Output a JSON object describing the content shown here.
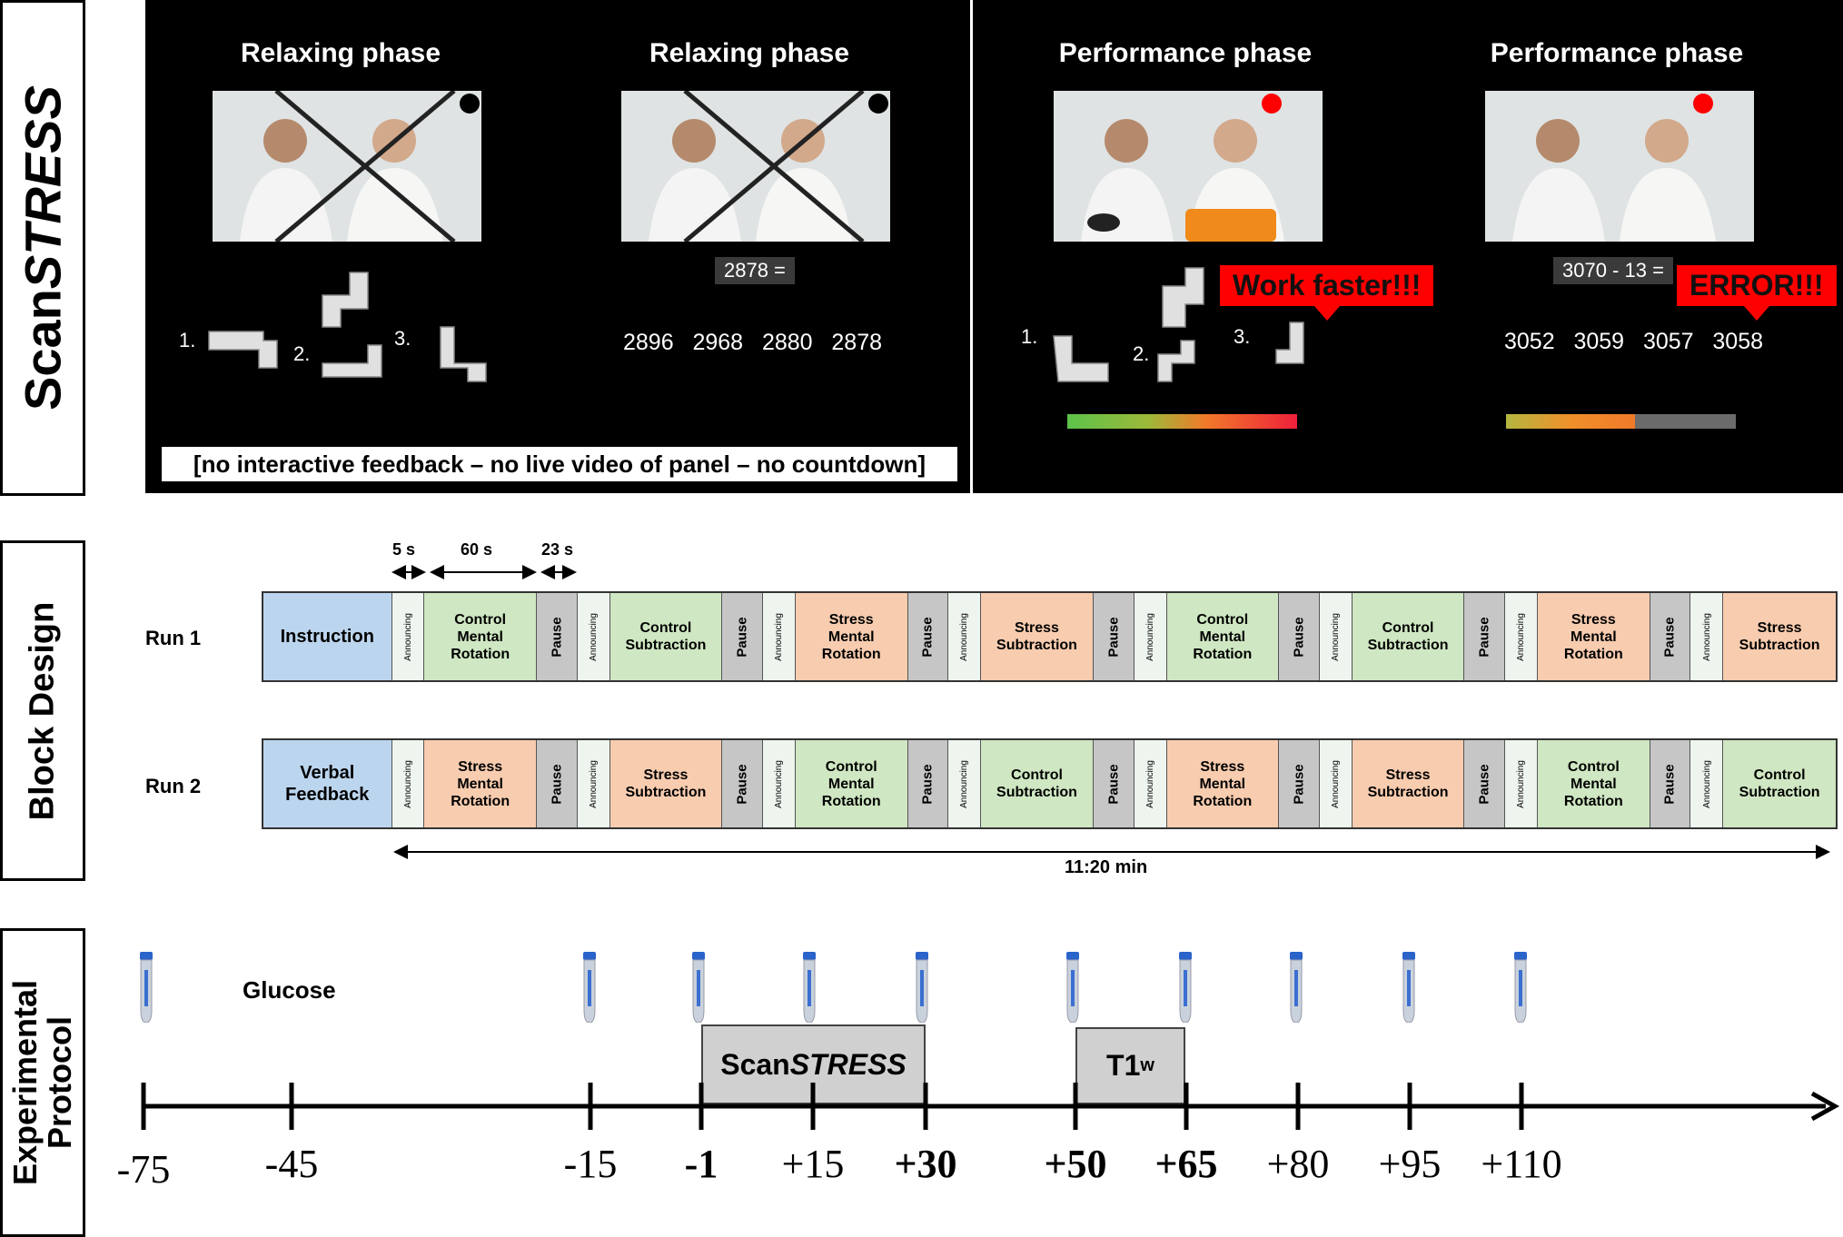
{
  "sections": {
    "scanstress_prefix": "Scan",
    "scanstress_suffix": "STRESS",
    "block_design": "Block Design",
    "protocol_line1": "Experimental",
    "protocol_line2": "Protocol"
  },
  "panels": {
    "relax1_title": "Relaxing phase",
    "relax2_title": "Relaxing phase",
    "perf1_title": "Performance phase",
    "perf2_title": "Performance phase",
    "relax_eq": "2878 =",
    "relax_numbers": [
      "2896",
      "2968",
      "2880",
      "2878"
    ],
    "perf_eq": "3070 - 13 =",
    "perf_numbers": [
      "3052",
      "3059",
      "3057",
      "3058"
    ],
    "rotation_options": [
      "1.",
      "2.",
      "3."
    ],
    "work_faster": "Work faster!!!",
    "error": "ERROR!!!",
    "note": "[no interactive feedback – no live video of panel – no countdown]",
    "colors": {
      "recording_dot": "#ff0000",
      "idle_dot": "#000000",
      "bubble": "#ff0000"
    },
    "progress_bar_1": 1.0,
    "progress_bar_2": 0.56
  },
  "block_design": {
    "timing": {
      "t1": "5 s",
      "t2": "60 s",
      "t3": "23 s"
    },
    "total": "11:20 min",
    "runs": [
      {
        "label": "Run 1",
        "blocks": [
          {
            "type": "instr",
            "label": "Instruction"
          },
          {
            "type": "ann",
            "label": "Announcing"
          },
          {
            "type": "ctrl",
            "label": "Control\nMental\nRotation"
          },
          {
            "type": "pause",
            "label": "Pause"
          },
          {
            "type": "ann",
            "label": "Announcing"
          },
          {
            "type": "ctrl",
            "label": "Control\nSubtraction"
          },
          {
            "type": "pause",
            "label": "Pause"
          },
          {
            "type": "ann",
            "label": "Announcing"
          },
          {
            "type": "stress",
            "label": "Stress\nMental\nRotation"
          },
          {
            "type": "pause",
            "label": "Pause"
          },
          {
            "type": "ann",
            "label": "Announcing"
          },
          {
            "type": "stress",
            "label": "Stress\nSubtraction"
          },
          {
            "type": "pause",
            "label": "Pause"
          },
          {
            "type": "ann",
            "label": "Announcing"
          },
          {
            "type": "ctrl",
            "label": "Control\nMental\nRotation"
          },
          {
            "type": "pause",
            "label": "Pause"
          },
          {
            "type": "ann",
            "label": "Announcing"
          },
          {
            "type": "ctrl",
            "label": "Control\nSubtraction"
          },
          {
            "type": "pause",
            "label": "Pause"
          },
          {
            "type": "ann",
            "label": "Announcing"
          },
          {
            "type": "stress",
            "label": "Stress\nMental\nRotation"
          },
          {
            "type": "pause",
            "label": "Pause"
          },
          {
            "type": "ann",
            "label": "Announcing"
          },
          {
            "type": "stress",
            "label": "Stress\nSubtraction"
          }
        ]
      },
      {
        "label": "Run 2",
        "blocks": [
          {
            "type": "instr",
            "label": "Verbal\nFeedback"
          },
          {
            "type": "ann",
            "label": "Announcing"
          },
          {
            "type": "stress",
            "label": "Stress\nMental\nRotation"
          },
          {
            "type": "pause",
            "label": "Pause"
          },
          {
            "type": "ann",
            "label": "Announcing"
          },
          {
            "type": "stress",
            "label": "Stress\nSubtraction"
          },
          {
            "type": "pause",
            "label": "Pause"
          },
          {
            "type": "ann",
            "label": "Announcing"
          },
          {
            "type": "ctrl",
            "label": "Control\nMental\nRotation"
          },
          {
            "type": "pause",
            "label": "Pause"
          },
          {
            "type": "ann",
            "label": "Announcing"
          },
          {
            "type": "ctrl",
            "label": "Control\nSubtraction"
          },
          {
            "type": "pause",
            "label": "Pause"
          },
          {
            "type": "ann",
            "label": "Announcing"
          },
          {
            "type": "stress",
            "label": "Stress\nMental\nRotation"
          },
          {
            "type": "pause",
            "label": "Pause"
          },
          {
            "type": "ann",
            "label": "Announcing"
          },
          {
            "type": "stress",
            "label": "Stress\nSubtraction"
          },
          {
            "type": "pause",
            "label": "Pause"
          },
          {
            "type": "ann",
            "label": "Announcing"
          },
          {
            "type": "ctrl",
            "label": "Control\nMental\nRotation"
          },
          {
            "type": "pause",
            "label": "Pause"
          },
          {
            "type": "ann",
            "label": "Announcing"
          },
          {
            "type": "ctrl",
            "label": "Control\nSubtraction"
          }
        ]
      }
    ]
  },
  "protocol": {
    "glucose": "Glucose",
    "scanstress_prefix": "Scan",
    "scanstress_suffix": "STRESS",
    "t1_main": "T1",
    "t1_sub": "w",
    "ticks": [
      {
        "label": "-75",
        "bold": false
      },
      {
        "label": "-45",
        "bold": false
      },
      {
        "label": "-15",
        "bold": false
      },
      {
        "label": "-1",
        "bold": true
      },
      {
        "label": "+15",
        "bold": false
      },
      {
        "label": "+30",
        "bold": true
      },
      {
        "label": "+50",
        "bold": true
      },
      {
        "label": "+65",
        "bold": true
      },
      {
        "label": "+80",
        "bold": false
      },
      {
        "label": "+95",
        "bold": false
      },
      {
        "label": "+110",
        "bold": false
      }
    ],
    "tube_colors": {
      "cap": "#2a63c9",
      "body": "#c9d2dc",
      "liquid": "#3b6fd1"
    }
  }
}
